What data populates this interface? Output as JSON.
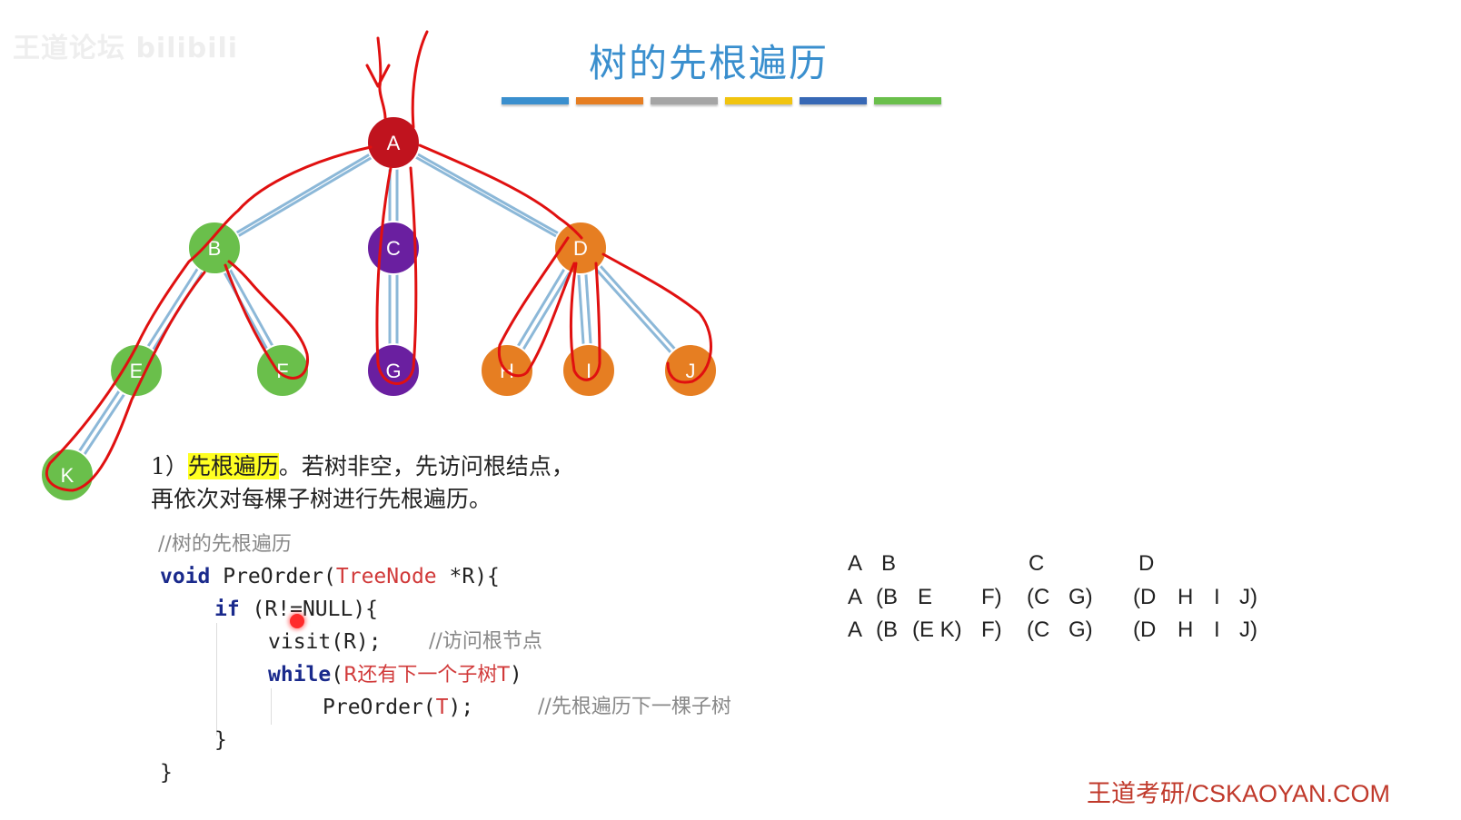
{
  "watermark": "王道论坛 bilibili",
  "title": "树的先根遍历",
  "colorbar": [
    "#3a8fce",
    "#e67e22",
    "#a5a5a5",
    "#f1c40f",
    "#3768b5",
    "#6abf4b"
  ],
  "tree": {
    "nodes": [
      {
        "label": "A",
        "fill": "#c0131e"
      },
      {
        "label": "B",
        "fill": "#6abf4b"
      },
      {
        "label": "C",
        "fill": "#6a1fa0"
      },
      {
        "label": "D",
        "fill": "#e67e22"
      },
      {
        "label": "E",
        "fill": "#6abf4b"
      },
      {
        "label": "F",
        "fill": "#6abf4b"
      },
      {
        "label": "G",
        "fill": "#6a1fa0"
      },
      {
        "label": "H",
        "fill": "#e67e22"
      },
      {
        "label": "I",
        "fill": "#e67e22"
      },
      {
        "label": "J",
        "fill": "#e67e22"
      },
      {
        "label": "K",
        "fill": "#6abf4b"
      }
    ],
    "edge_color": "#8cb8d8",
    "annotation_color": "#e01010"
  },
  "description": {
    "prefix": "1）",
    "highlight": "先根遍历",
    "rest": "。若树非空，先访问根结点，",
    "line2": "再依次对每棵子树进行先根遍历。"
  },
  "code": {
    "comment1": "//树的先根遍历",
    "kw_void": "void",
    "fn_decl": " PreOrder(",
    "type_treenode": "TreeNode",
    "decl_rest": " *R){",
    "kw_if": "if",
    "if_rest": " (R!=NULL){",
    "visit": "visit(R);",
    "comment_visit": "//访问根节点",
    "kw_while": "while",
    "while_open": "(",
    "while_cond": "R还有下一个子树T",
    "while_close": ")",
    "call_pre": "PreOrder(",
    "call_arg": "T",
    "call_post": ");",
    "comment_call": "//先根遍历下一棵子树",
    "brace_inner": "}",
    "brace_outer": "}"
  },
  "sequence": {
    "row1": [
      "A",
      "B",
      "C",
      "D"
    ],
    "row2": [
      "A",
      "(B",
      "E",
      "F)",
      "(C",
      "G)",
      "(D",
      "H",
      "I",
      "J)"
    ],
    "row3": [
      "A",
      "(B",
      "(E K)",
      "F)",
      "(C",
      "G)",
      "(D",
      "H",
      "I",
      "J)"
    ]
  },
  "footer": "王道考研/CSKAOYAN.COM"
}
